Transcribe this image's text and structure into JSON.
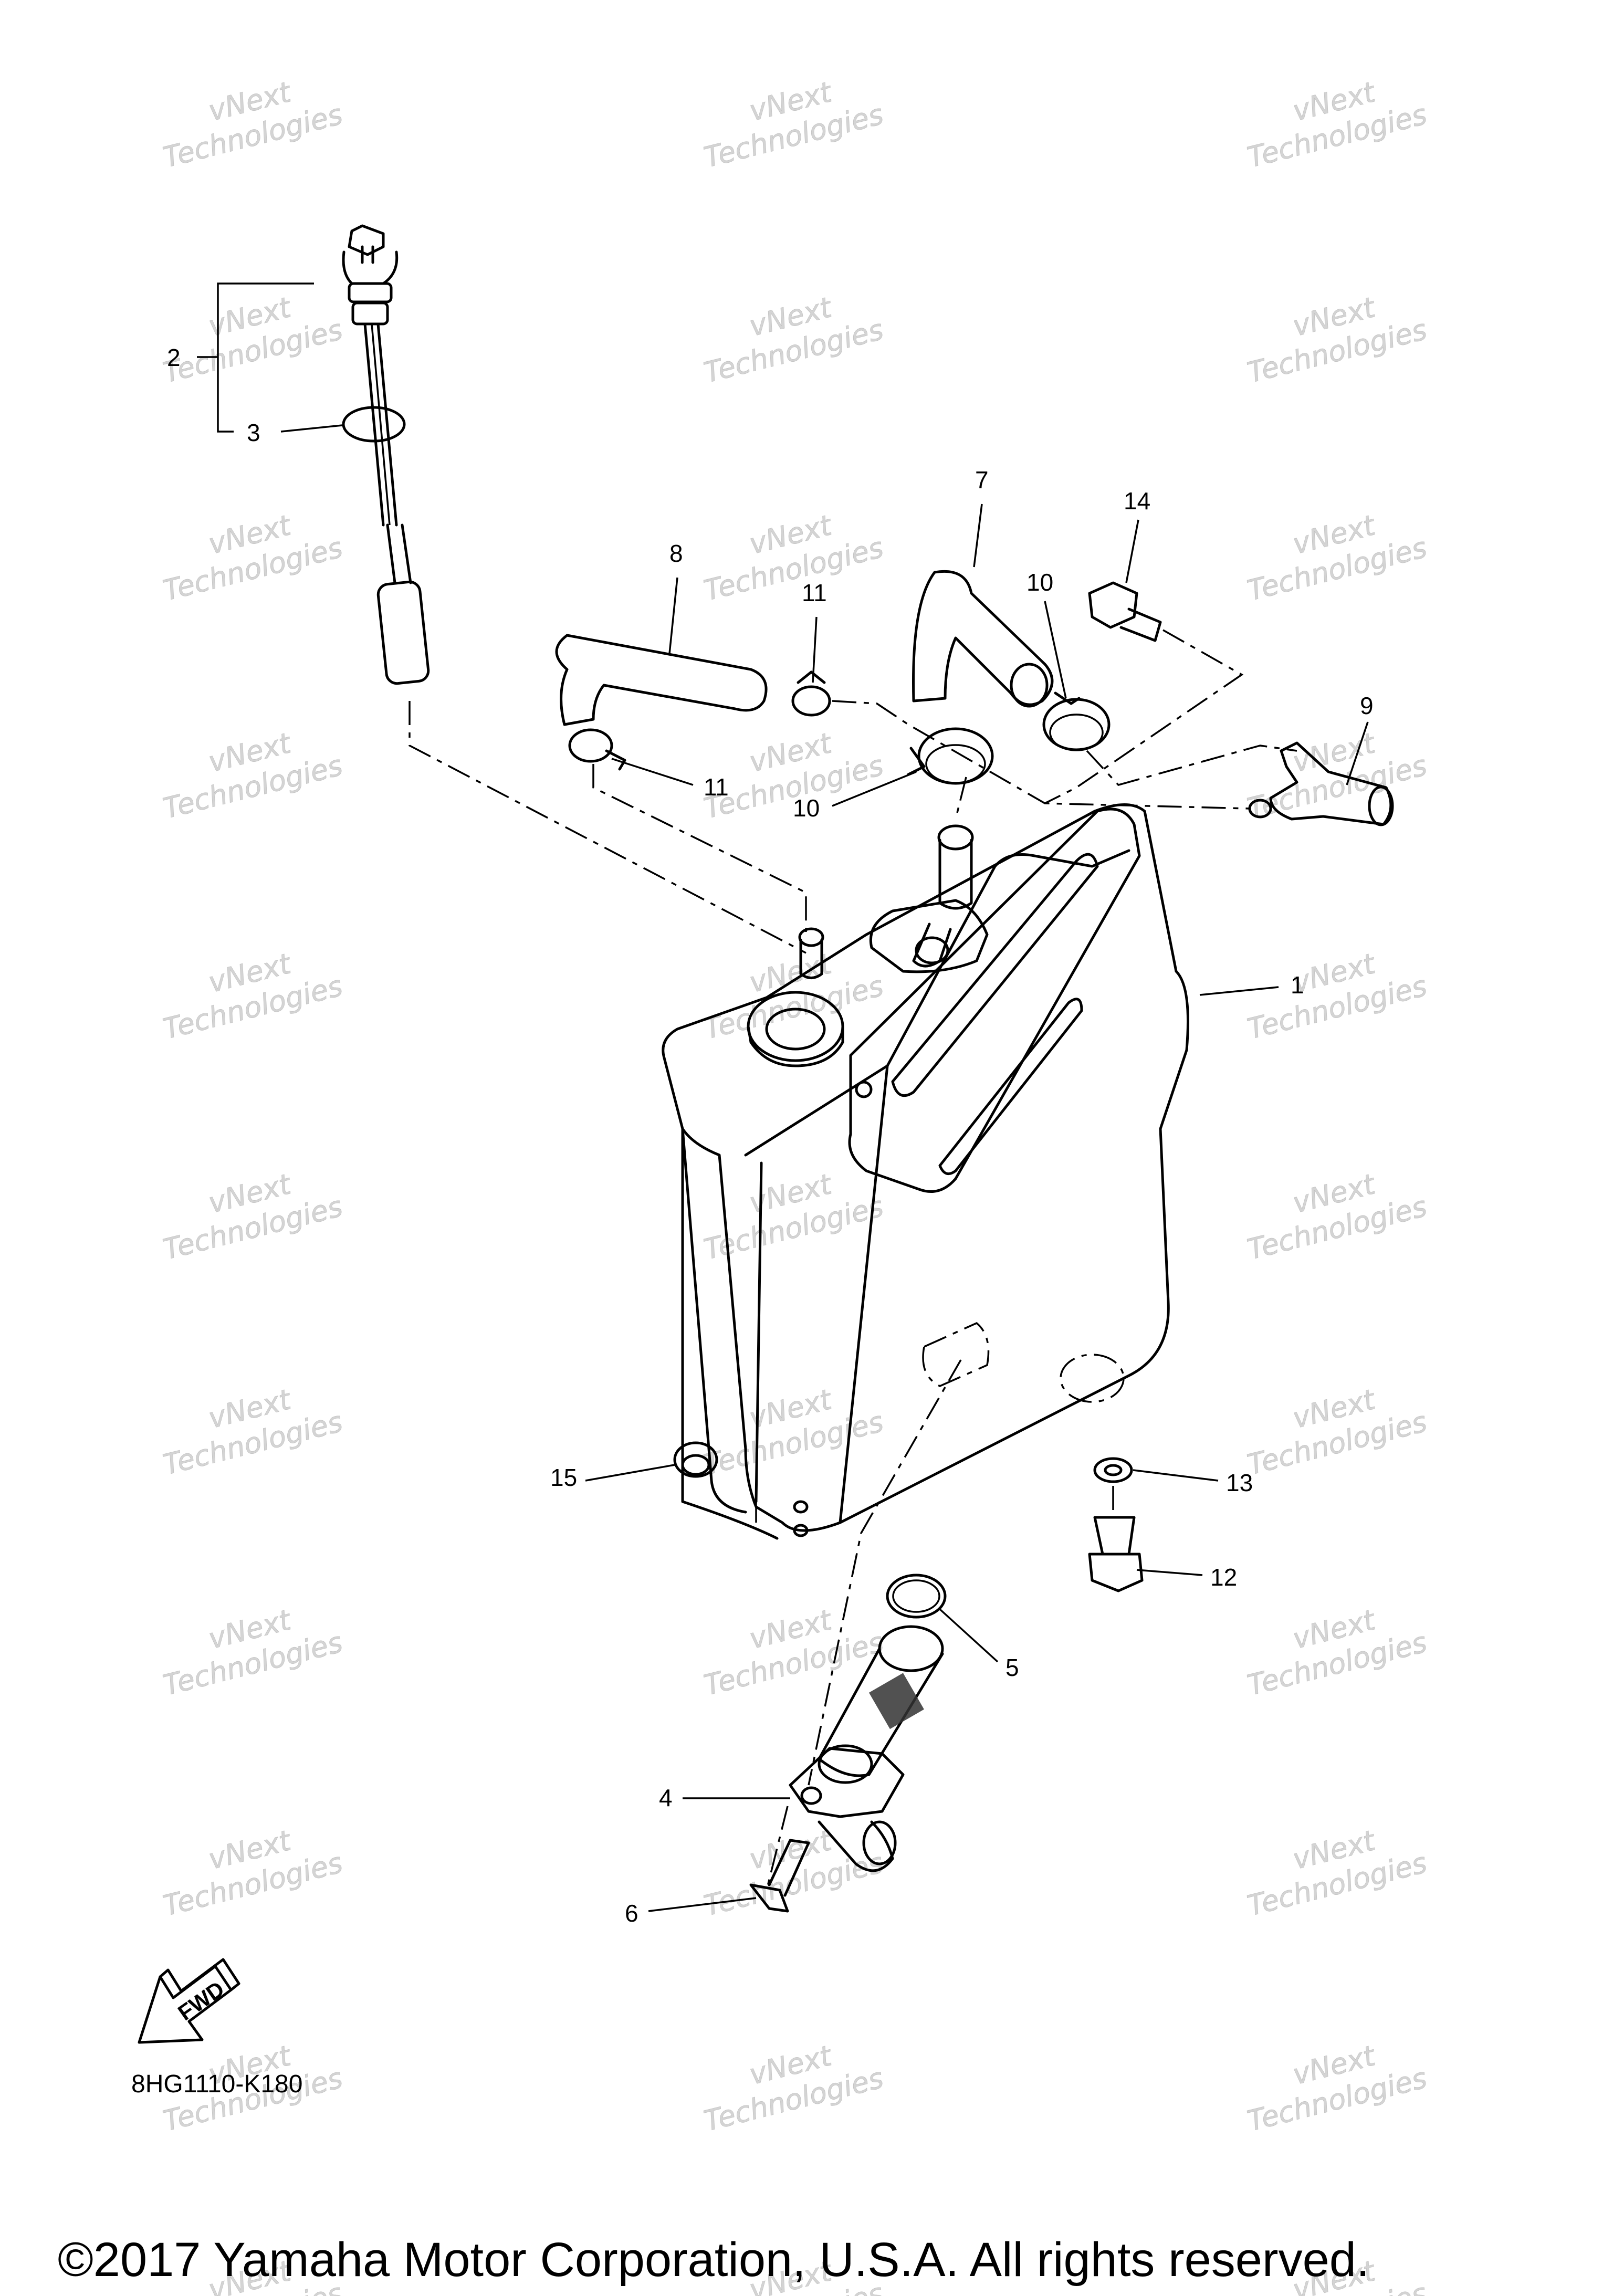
{
  "diagram_code": "8HG1110-K180",
  "copyright": "©2017 Yamaha Motor Corporation, U.S.A. All rights reserved.",
  "fwd_label": "FWD",
  "watermark": {
    "line1": "vNext",
    "line2": "Technologies"
  },
  "callouts": {
    "c1": "1",
    "c2": "2",
    "c3": "3",
    "c4": "4",
    "c5": "5",
    "c6": "6",
    "c7": "7",
    "c8": "8",
    "c9": "9",
    "c10a": "10",
    "c10b": "10",
    "c11a": "11",
    "c11b": "11",
    "c12": "12",
    "c13": "13",
    "c14": "14",
    "c15": "15"
  }
}
